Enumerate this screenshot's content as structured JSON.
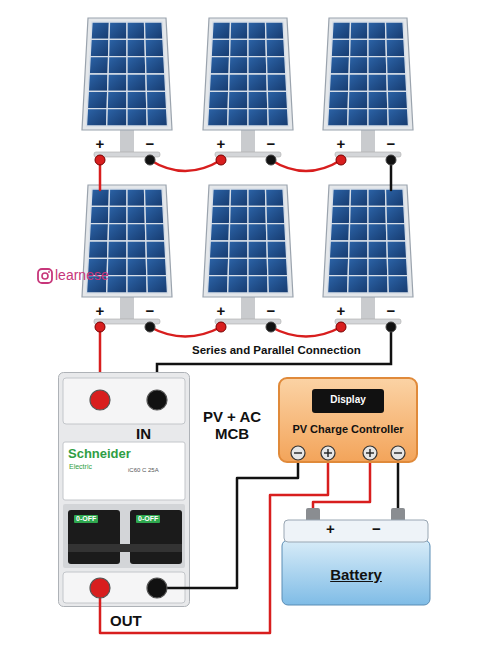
{
  "diagram": {
    "nodes": [
      {
        "text": [
          "Schneider",
          "Electric",
          "iC60 C 25A",
          "0-OFF",
          "0-OFF"
        ]
      },
      {
        "text": [
          "PV Charge Controller"
        ]
      },
      {
        "text": [
          "Display"
        ],
        "in": 1
      },
      {
        "text": [
          "+",
          "−",
          "Battery"
        ]
      }
    ],
    "edges": [
      {
        "from": 0,
        "to": 1,
        "arrow": "none"
      },
      {
        "from": 0,
        "to": 1,
        "arrow": "none"
      },
      {
        "from": 1,
        "to": 3,
        "arrow": "none"
      },
      {
        "from": 1,
        "to": 3,
        "arrow": "none"
      }
    ],
    "labels": [
      "+",
      "−",
      "+",
      "−",
      "+",
      "−",
      "+",
      "−",
      "+",
      "−",
      "+",
      "−",
      "learnese",
      "Series and Parallel Connection",
      "IN",
      "PV + AC MCB",
      "OUT"
    ]
  }
}
